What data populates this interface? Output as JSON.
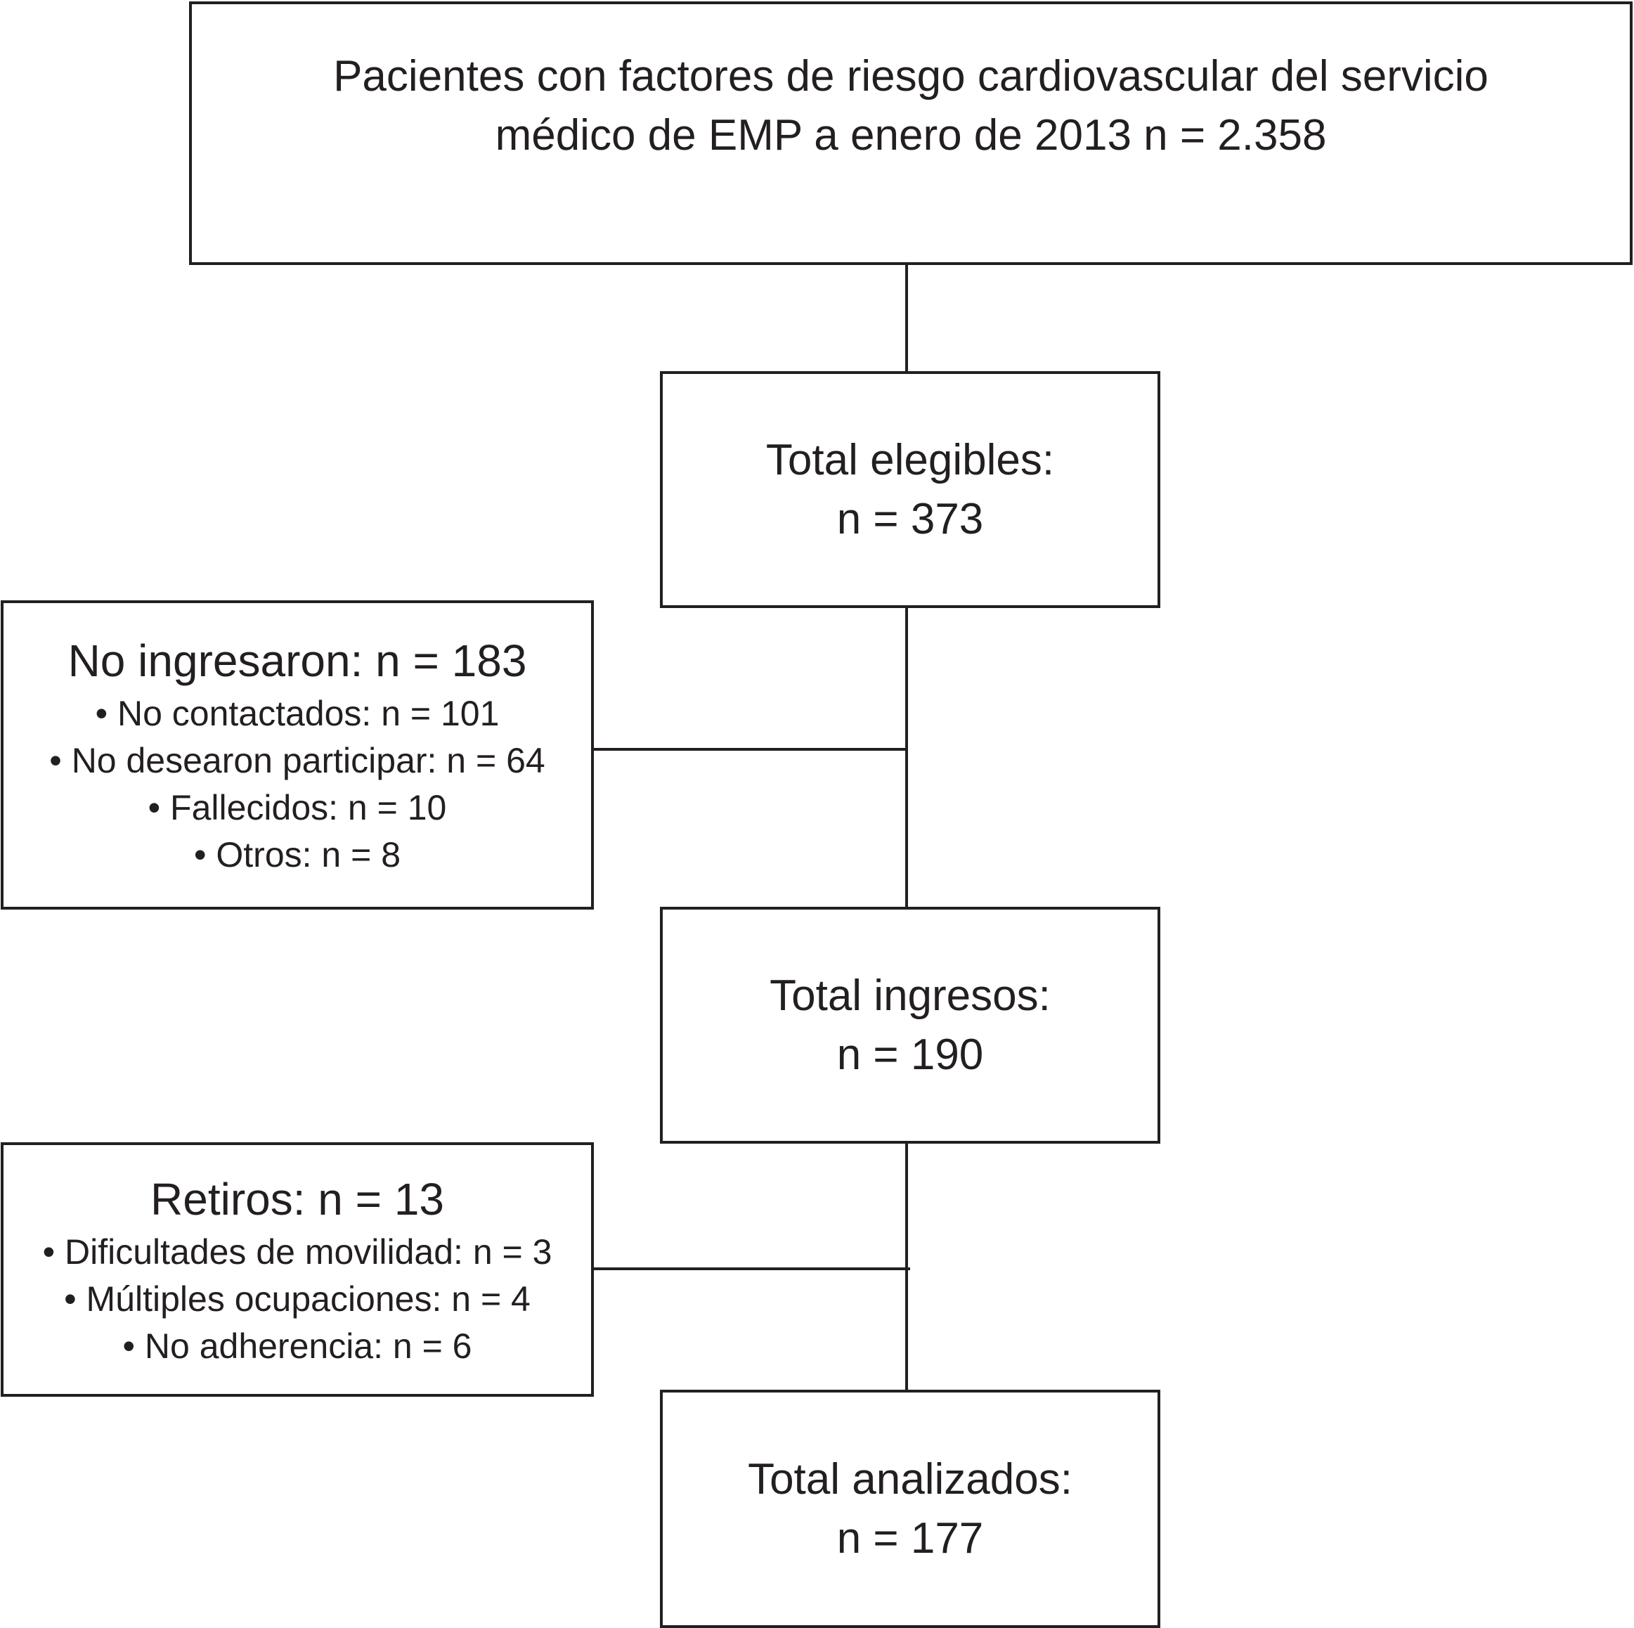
{
  "flowchart": {
    "top": {
      "line1": "Pacientes con factores de riesgo cardiovascular del servicio",
      "line2": "médico de EMP a enero de 2013 n = 2.358"
    },
    "elegibles": {
      "label": "Total elegibles:",
      "value": "n = 373"
    },
    "no_ingresaron": {
      "title": "No ingresaron: n = 183",
      "items": [
        "No contactados: n = 101",
        "No desearon participar: n = 64",
        "Fallecidos: n = 10",
        "Otros: n = 8"
      ]
    },
    "ingresos": {
      "label": "Total ingresos:",
      "value": "n = 190"
    },
    "retiros": {
      "title": "Retiros: n = 13",
      "items": [
        "Dificultades de movilidad: n = 3",
        "Múltiples ocupaciones: n = 4",
        "No adherencia: n = 6"
      ]
    },
    "analizados": {
      "label": "Total analizados:",
      "value": "n = 177"
    }
  }
}
